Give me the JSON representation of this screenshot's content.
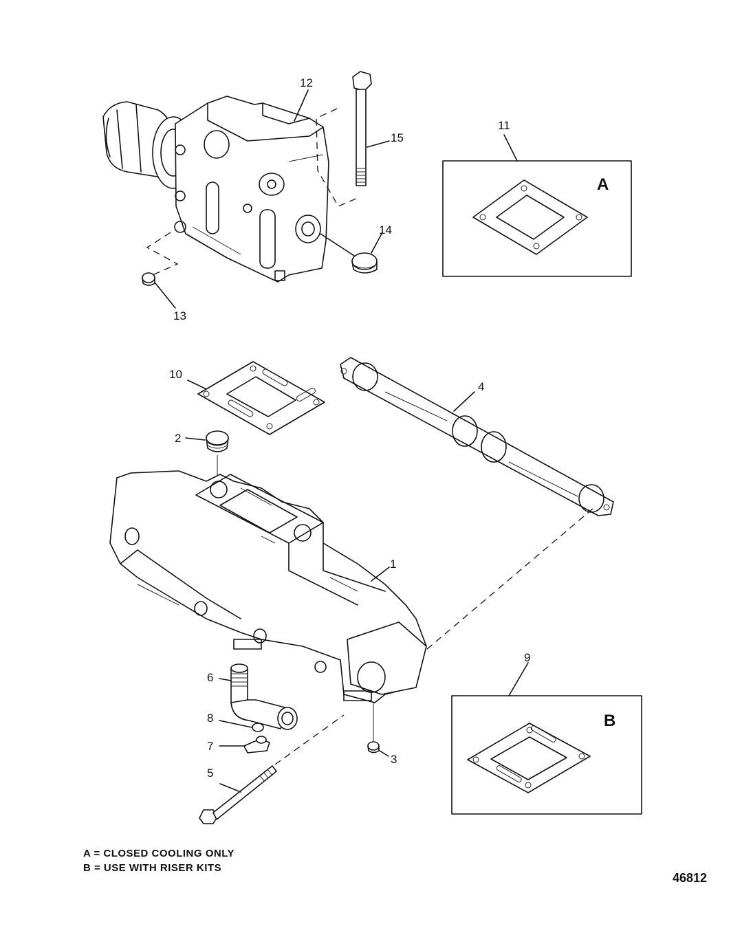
{
  "callouts": {
    "c1": "1",
    "c2": "2",
    "c3": "3",
    "c4": "4",
    "c5": "5",
    "c6": "6",
    "c7": "7",
    "c8": "8",
    "c9": "9",
    "c10": "10",
    "c11": "11",
    "c12": "12",
    "c13": "13",
    "c14": "14",
    "c15": "15"
  },
  "inset_boxes": {
    "a_letter": "A",
    "b_letter": "B"
  },
  "legend": {
    "line_a": "A = CLOSED COOLING ONLY",
    "line_b": "B = USE WITH RISER KITS"
  },
  "figure_number": "46812"
}
